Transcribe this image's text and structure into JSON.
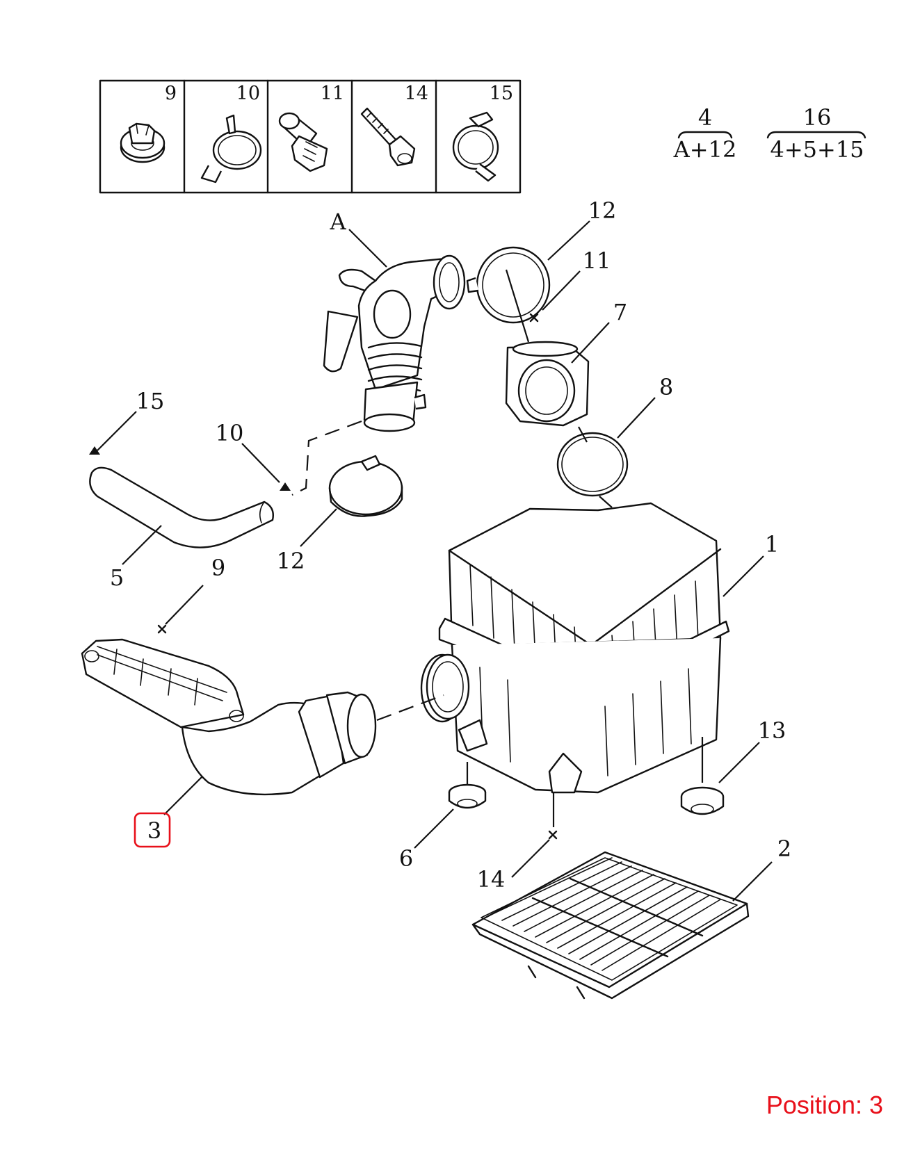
{
  "legend_boxes": [
    {
      "number": "9",
      "icon": "push-clip-icon"
    },
    {
      "number": "10",
      "icon": "hose-clamp-icon"
    },
    {
      "number": "11",
      "icon": "screw-stud-icon"
    },
    {
      "number": "14",
      "icon": "bolt-icon"
    },
    {
      "number": "15",
      "icon": "spring-clamp-icon"
    }
  ],
  "kits": [
    {
      "number": "4",
      "contents": "A+12"
    },
    {
      "number": "16",
      "contents": "4+5+15"
    }
  ],
  "callouts": {
    "c1": "1",
    "c2": "2",
    "c3": "3",
    "c5": "5",
    "c6": "6",
    "c7": "7",
    "c8": "8",
    "c9": "9",
    "c10": "10",
    "c11": "11",
    "c12a": "12",
    "c12b": "12",
    "c13": "13",
    "c14": "14",
    "c15": "15",
    "cA": "A"
  },
  "highlighted_part": "3",
  "position_label": "Position: 3",
  "highlight_color": "#e8101a"
}
